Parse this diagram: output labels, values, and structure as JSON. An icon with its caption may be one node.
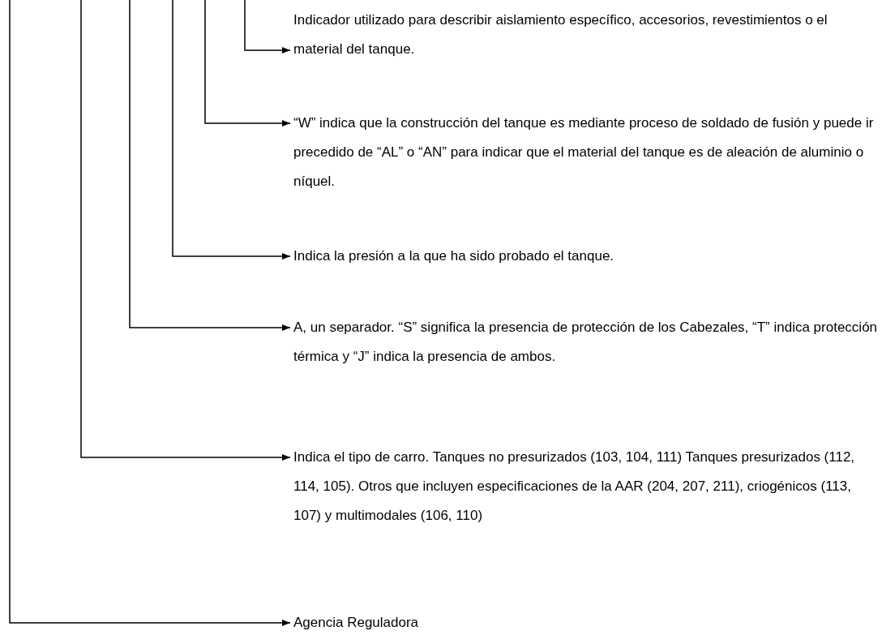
{
  "diagram": {
    "nodes": [
      {
        "text": [
          "Indicador utilizado para describir aislamiento específico, accesorios, revestimientos o el material del tanque."
        ]
      },
      {
        "text": [
          "“W” indica que la construcción del tanque es mediante proceso de soldado de fusión y puede ir precedido de “AL” o “AN” para indicar que el material del tanque es de aleación de aluminio o níquel."
        ]
      },
      {
        "text": [
          "Indica la presión a la que ha sido probado el tanque."
        ]
      },
      {
        "text": [
          "A, un separador.  “S” significa la presencia de protección de los Cabezales, “T” indica protección térmica y “J” indica la presencia de ambos."
        ]
      },
      {
        "text": [
          "Indica el tipo de carro. Tanques no presurizados (103, 104, 111) Tanques presurizados (112, 114, 105). Otros que incluyen especificaciones de la AAR (204, 207, 211), criogénicos (113, 107) y multimodales (106, 110)"
        ]
      },
      {
        "text": [
          "Agencia Reguladora"
        ]
      }
    ],
    "edges": [
      {
        "from": null,
        "to": 0,
        "arrow": "to"
      },
      {
        "from": null,
        "to": 1,
        "arrow": "to"
      },
      {
        "from": null,
        "to": 2,
        "arrow": "to"
      },
      {
        "from": null,
        "to": 3,
        "arrow": "to"
      },
      {
        "from": null,
        "to": 4,
        "arrow": "to"
      },
      {
        "from": null,
        "to": 5,
        "arrow": "to"
      }
    ]
  }
}
